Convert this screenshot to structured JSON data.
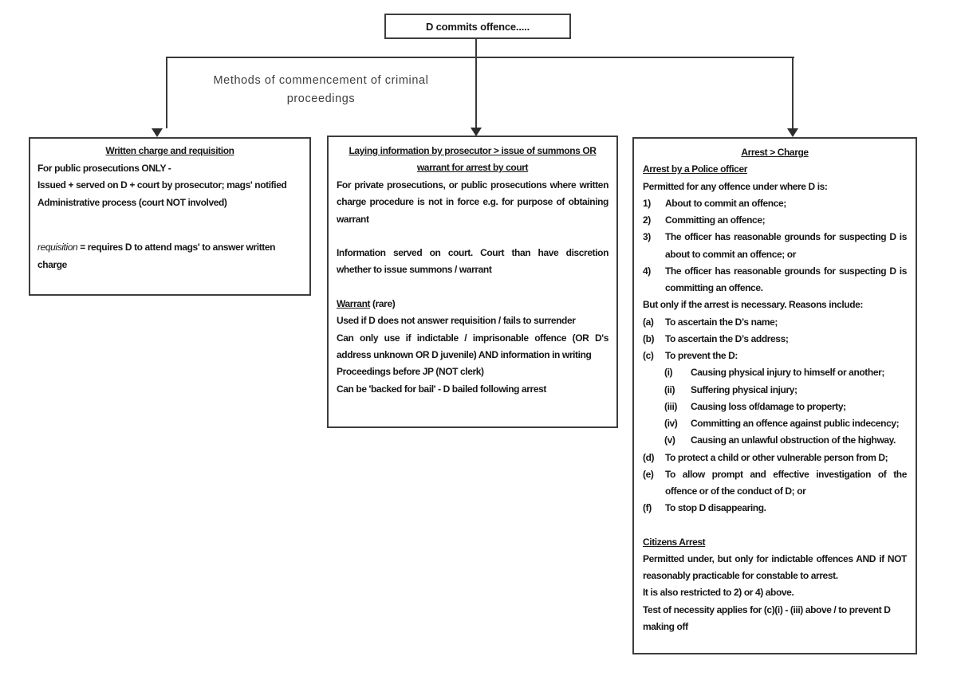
{
  "colors": {
    "box_border": "#3d3d3d",
    "box_text": "#161616",
    "connector_line": "#3a3a3a",
    "flow_label_text": "#3f3f3f"
  },
  "top_box": {
    "label": "D commits offence....."
  },
  "flow_label": {
    "line1": "Methods of commencement of criminal",
    "line2": "proceedings"
  },
  "left_box": {
    "title": "Written charge and requisition",
    "lines": [
      "For public prosecutions ONLY -",
      "Issued + served on D + court by prosecutor; mags' notified",
      "Administrative process (court NOT involved)"
    ],
    "requisition_term": "requisition",
    "requisition_rest": " = requires D to attend mags' to answer written charge"
  },
  "middle_box": {
    "title": "Laying information by prosecutor > issue of summons OR warrant for arrest by court",
    "para1": "For private prosecutions, or public prosecutions where written charge procedure is not in force e.g. for purpose of obtaining warrant",
    "para2": "Information served on court. Court than have discretion whether to issue summons / warrant",
    "warrant_label": "Warrant",
    "warrant_rare": " (rare)",
    "warrant_lines": [
      "Used if D does not answer requisition / fails to surrender",
      "Can only use if indictable / imprisonable offence (OR D's address unknown OR D juvenile) AND information in writing",
      "Proceedings before JP (NOT clerk)",
      "Can be 'backed for bail' - D bailed following arrest"
    ]
  },
  "right_box": {
    "title": "Arrest > Charge",
    "police_title": "Arrest by a Police officer",
    "police_intro": "Permitted for any offence under where D is:",
    "numbered": [
      {
        "marker": "1)",
        "text": "About to commit an offence;"
      },
      {
        "marker": "2)",
        "text": "Committing an offence;"
      },
      {
        "marker": "3)",
        "text": "The officer has reasonable grounds for suspecting D is about to commit an offence; or"
      },
      {
        "marker": "4)",
        "text": "The officer has reasonable grounds for suspecting D is committing an offence."
      }
    ],
    "necessity_intro": "But only if the arrest is necessary. Reasons include:",
    "lettered": [
      {
        "marker": "(a)",
        "text": "To ascertain the D’s name;"
      },
      {
        "marker": "(b)",
        "text": "To ascertain the D’s address;"
      },
      {
        "marker": "(c)",
        "text": "To prevent the D:"
      },
      {
        "marker": "(d)",
        "text": "To protect a child or other vulnerable person from D;"
      },
      {
        "marker": "(e)",
        "text": "To allow prompt and effective investigation of the offence or of the conduct of D; or"
      },
      {
        "marker": "(f)",
        "text": "To stop D disappearing."
      }
    ],
    "c_sub": [
      {
        "marker": "(i)",
        "text": "Causing physical injury to himself or another;"
      },
      {
        "marker": "(ii)",
        "text": "Suffering physical injury;"
      },
      {
        "marker": "(iii)",
        "text": "Causing loss of/damage to property;"
      },
      {
        "marker": "(iv)",
        "text": "Committing an offence against public indecency;"
      },
      {
        "marker": "(v)",
        "text": "Causing an unlawful obstruction of the highway."
      }
    ],
    "citizens_title": "Citizens Arrest",
    "citizens_lines": [
      "Permitted under, but only for indictable offences AND if NOT reasonably practicable for constable to arrest.",
      "It is also restricted to 2) or 4) above.",
      "Test of necessity applies for (c)(i) - (iii) above / to prevent D making off"
    ]
  }
}
